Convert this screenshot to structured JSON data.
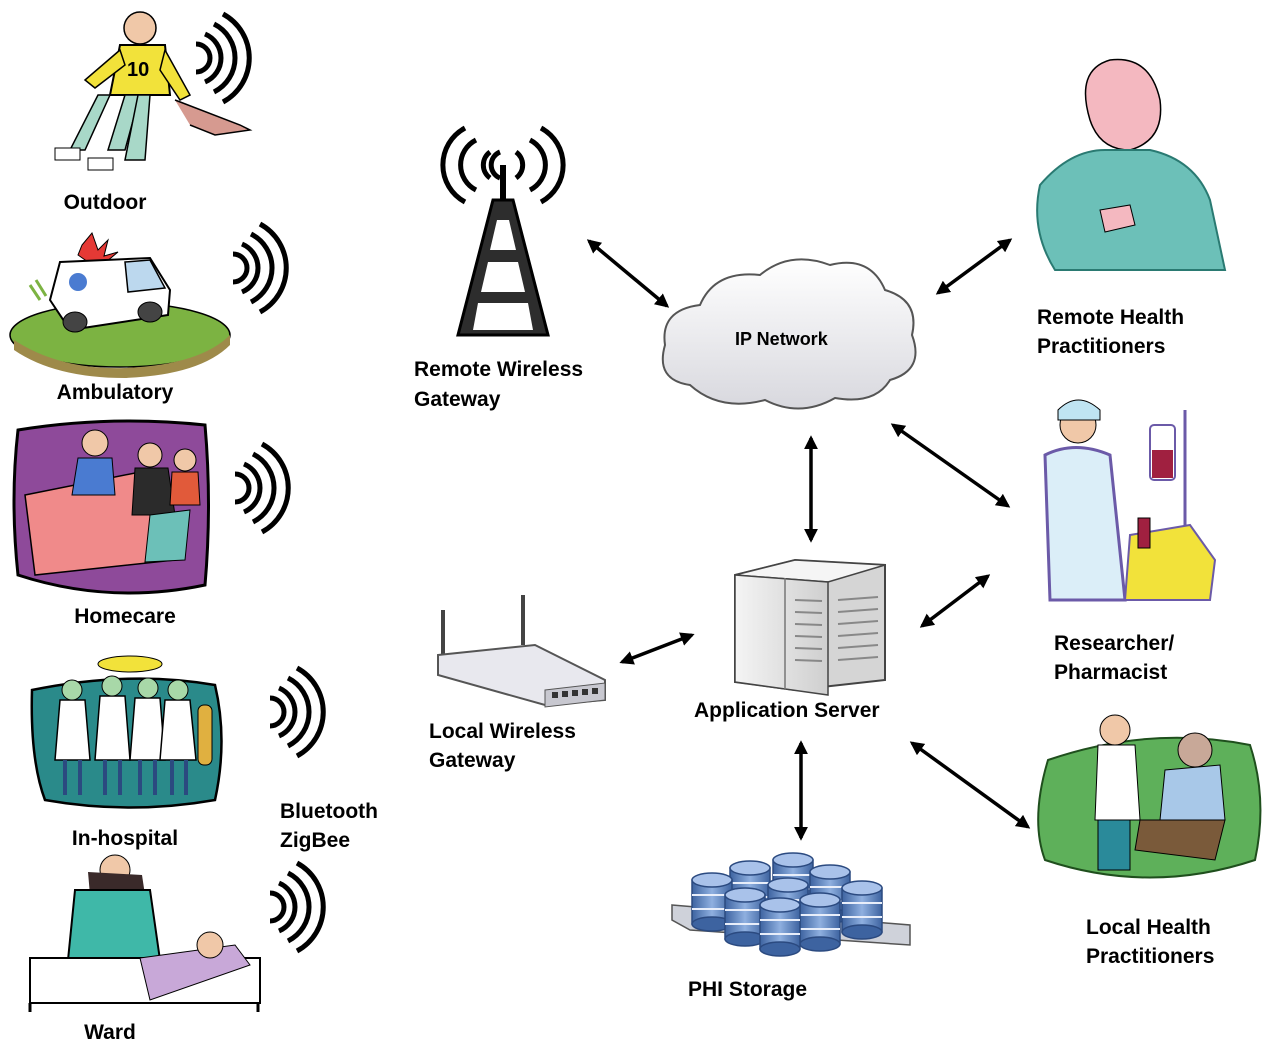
{
  "colors": {
    "arrow": "#000000",
    "signal": "#000000",
    "cloud_fill": "#e9e9ec",
    "server_fill": "#e6e6e6",
    "db_fill": "#5b7fb5",
    "skin": "#f0c8a8",
    "teal": "#6cc0b8",
    "yellow": "#f2e23a",
    "purple": "#9b5aa8",
    "grass": "#7cb342"
  },
  "patients": {
    "outdoor": {
      "label": "Outdoor",
      "icon": "hockey-player-icon",
      "jersey": "10"
    },
    "ambulatory": {
      "label": "Ambulatory",
      "icon": "ambulance-icon"
    },
    "homecare": {
      "label": "Homecare",
      "icon": "family-bedside-icon"
    },
    "inhospital": {
      "label": "In-hospital",
      "icon": "surgical-team-icon"
    },
    "ward": {
      "label": "Ward",
      "icon": "doctor-bedside-icon"
    }
  },
  "bodyarea": {
    "line1": "Bluetooth",
    "line2": "ZigBee"
  },
  "remote_gateway": {
    "line1": "Remote Wireless",
    "line2": "Gateway",
    "icon": "cell-tower-icon"
  },
  "local_gateway": {
    "line1": "Local Wireless",
    "line2": "Gateway",
    "icon": "wireless-router-icon"
  },
  "ip_network": {
    "label": "IP Network",
    "icon": "cloud-icon"
  },
  "app_server": {
    "label": "Application Server",
    "icon": "server-rack-icon"
  },
  "phi_storage": {
    "label": "PHI Storage",
    "icon": "database-cluster-icon"
  },
  "remote_health": {
    "line1": "Remote Health",
    "line2": "Practitioners",
    "icon": "doctor-portrait-icon"
  },
  "researcher": {
    "line1": "Researcher/",
    "line2": "Pharmacist",
    "icon": "lab-researcher-icon"
  },
  "local_health": {
    "line1": "Local Health",
    "line2": "Practitioners",
    "icon": "doctor-patient-icon"
  }
}
